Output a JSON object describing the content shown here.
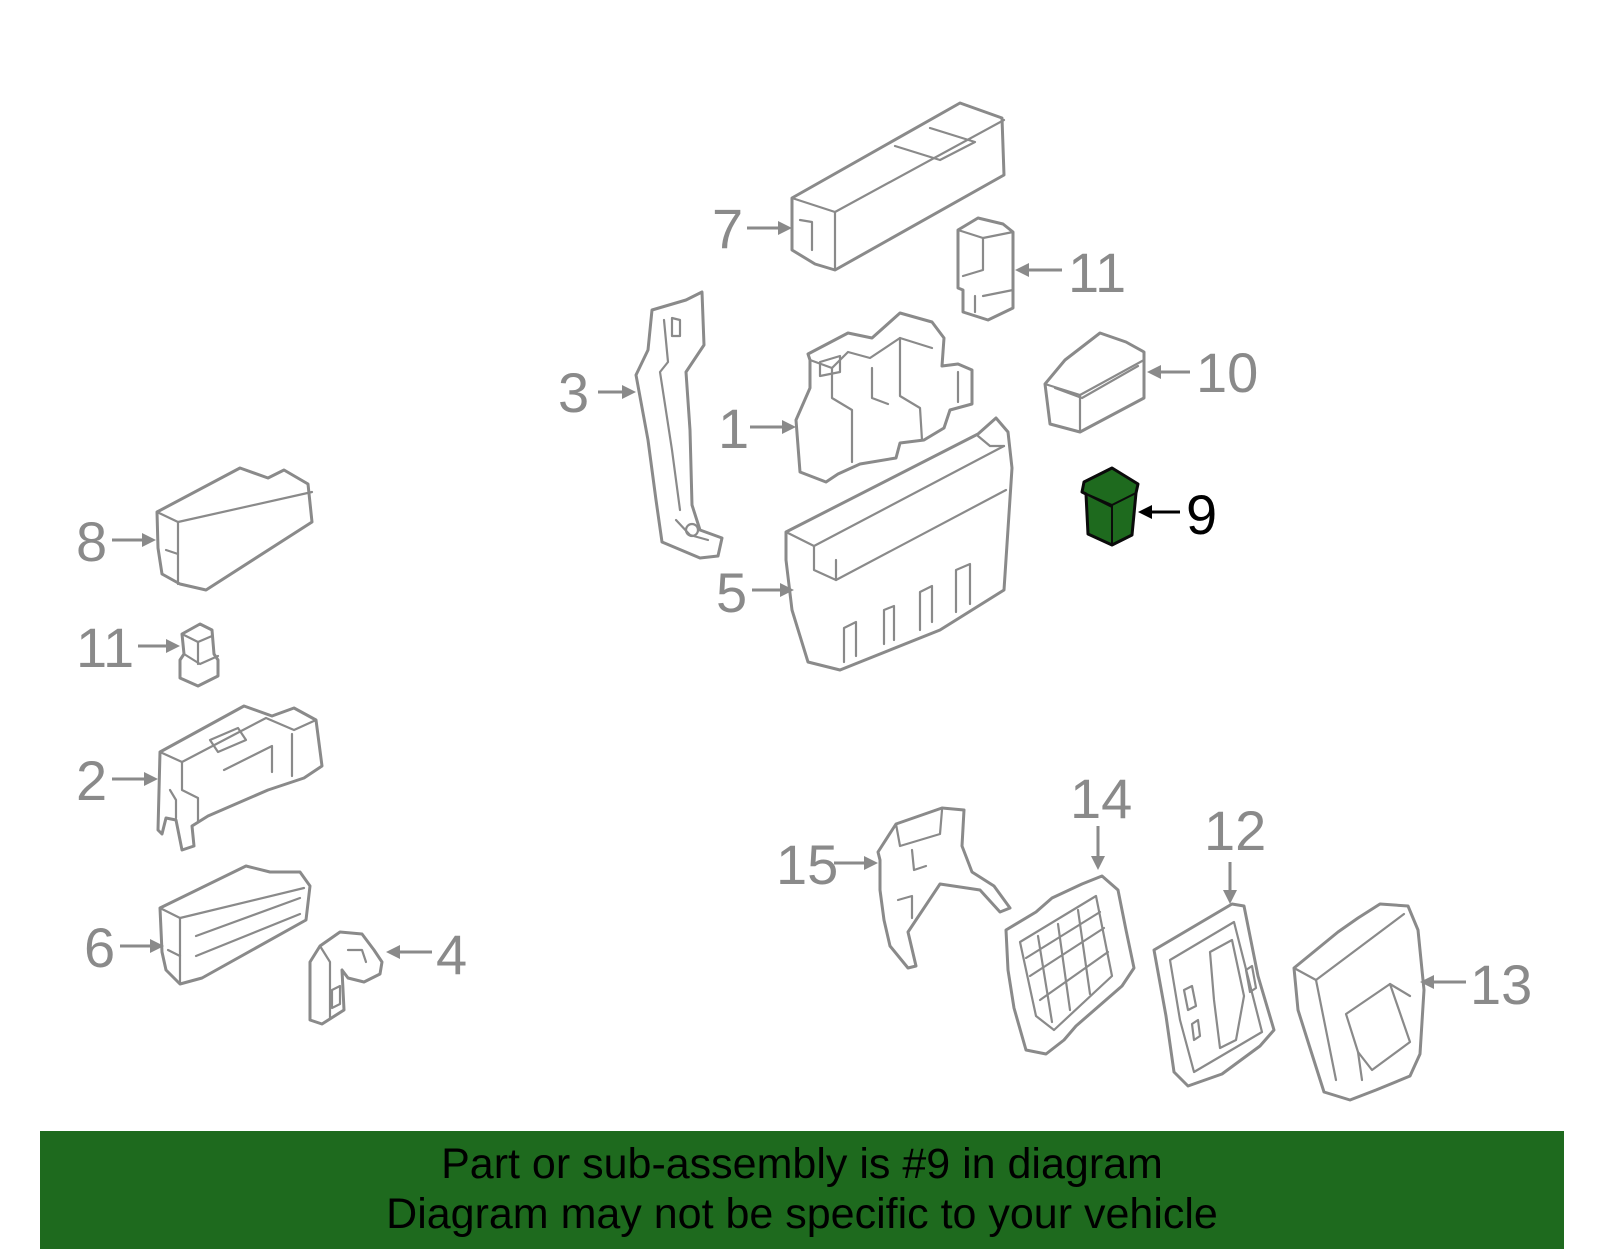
{
  "diagram": {
    "highlighted_part": "9",
    "callouts": {
      "c1": "1",
      "c2": "2",
      "c3": "3",
      "c4": "4",
      "c5": "5",
      "c6": "6",
      "c7": "7",
      "c8": "8",
      "c9": "9",
      "c10": "10",
      "c11_top": "11",
      "c11_left": "11",
      "c12": "12",
      "c13": "13",
      "c14": "14",
      "c15": "15"
    },
    "colors": {
      "highlight": "#1e6a1e",
      "line": "#8a8a8a",
      "active": "#000000"
    }
  },
  "banner": {
    "line1": "Part or sub-assembly is #9 in diagram",
    "line2": "Diagram may not be specific to your vehicle"
  }
}
